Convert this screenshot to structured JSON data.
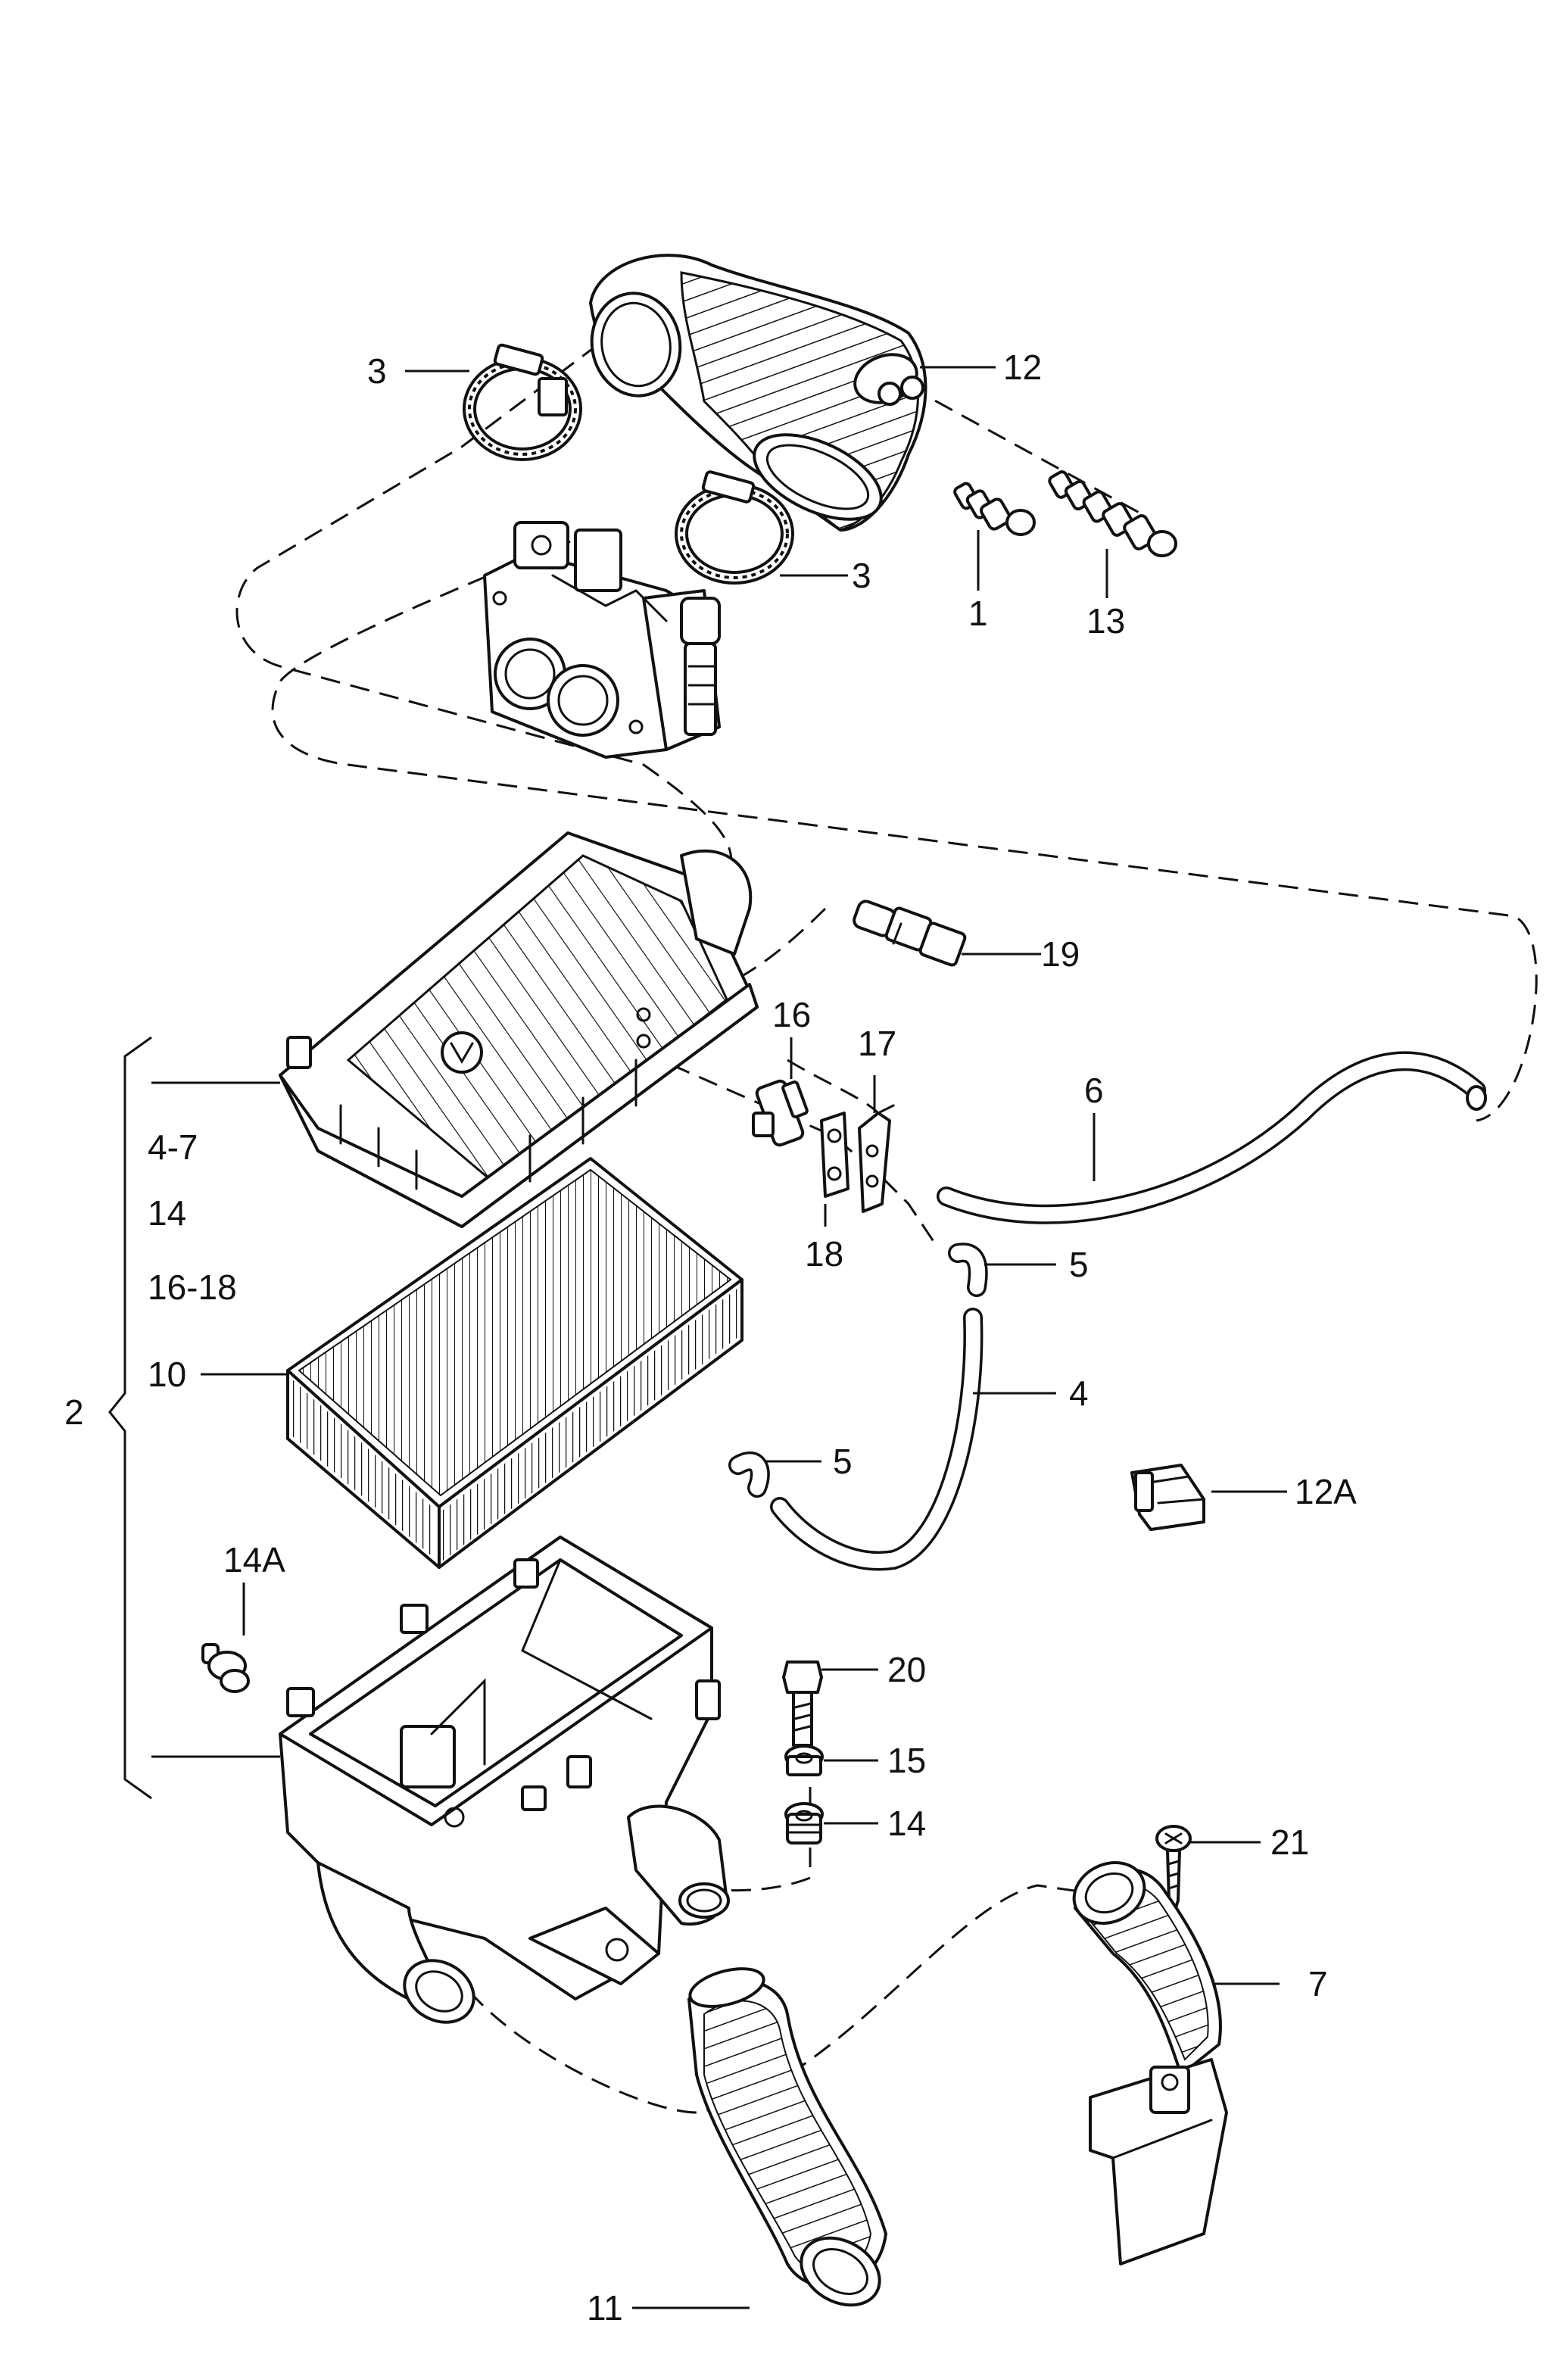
{
  "callouts": {
    "c1": "1",
    "c2": "2",
    "c3a": "3",
    "c3b": "3",
    "c4": "4",
    "c5a": "5",
    "c5b": "5",
    "c6": "6",
    "c7": "7",
    "c10": "10",
    "c11": "11",
    "c12": "12",
    "c12a": "12A",
    "c13": "13",
    "c14": "14",
    "c14a": "14A",
    "c15": "15",
    "c16": "16",
    "c17": "17",
    "c18": "18",
    "c19": "19",
    "c20": "20",
    "c21": "21"
  },
  "group_list": [
    "4-7",
    "14",
    "16-18"
  ],
  "line_color": "#111111",
  "background_color": "#ffffff"
}
